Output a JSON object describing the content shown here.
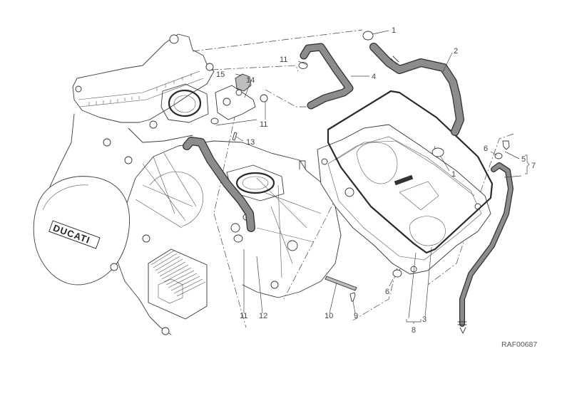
{
  "diagram": {
    "title": "Engine breather / crankcase ventilation – exploded view",
    "brand_mark": "DUCATI",
    "drawing_code": "RAF00687",
    "callouts": [
      {
        "id": "c1a",
        "label": "1",
        "part": "hose clamp"
      },
      {
        "id": "c1b",
        "label": "1",
        "part": "hose clamp"
      },
      {
        "id": "c2",
        "label": "2",
        "part": "breather hose (upper)"
      },
      {
        "id": "c3",
        "label": "3",
        "part": "valve cover gasket"
      },
      {
        "id": "c4",
        "label": "4",
        "part": "hose"
      },
      {
        "id": "c5",
        "label": "5",
        "part": "fitting"
      },
      {
        "id": "c6a",
        "label": "6",
        "part": "hose clamp"
      },
      {
        "id": "c6b",
        "label": "6",
        "part": "hose clamp"
      },
      {
        "id": "c7",
        "label": "7",
        "part": "breather hose assembly"
      },
      {
        "id": "c8",
        "label": "8",
        "part": "breather tank assembly"
      },
      {
        "id": "c9",
        "label": "9",
        "part": "screw"
      },
      {
        "id": "c10",
        "label": "10",
        "part": "spacer / pin"
      },
      {
        "id": "c11a",
        "label": "11",
        "part": "clamp"
      },
      {
        "id": "c11b",
        "label": "11",
        "part": "clamp"
      },
      {
        "id": "c11c",
        "label": "11",
        "part": "clamp"
      },
      {
        "id": "c12",
        "label": "12",
        "part": "hose"
      },
      {
        "id": "c13",
        "label": "13",
        "part": "screw"
      },
      {
        "id": "c14",
        "label": "14",
        "part": "union fitting"
      },
      {
        "id": "c15",
        "label": "15",
        "part": "cap"
      }
    ],
    "colors": {
      "line": "#3a3a3a",
      "hose": "#8c8c8c",
      "background": "#ffffff"
    }
  }
}
